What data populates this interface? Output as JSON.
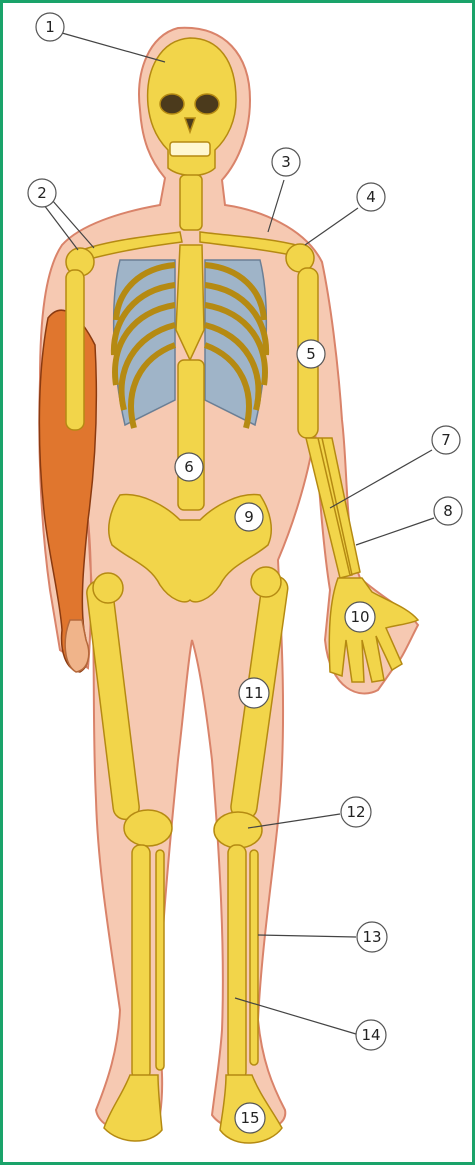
{
  "colors": {
    "frame_border": "#1aa36a",
    "body_outline": "#d9836a",
    "body_fill": "#f6c9b2",
    "bone_fill": "#f2d54a",
    "bone_stroke": "#b58a12",
    "lung_fill": "#9fb4c8",
    "muscle_fill": "#e0762e",
    "label_circle_fill": "#ffffff",
    "label_circle_stroke": "#555555"
  },
  "labels": [
    "1",
    "2",
    "3",
    "4",
    "5",
    "6",
    "7",
    "8",
    "9",
    "10",
    "11",
    "12",
    "13",
    "14",
    "15"
  ]
}
